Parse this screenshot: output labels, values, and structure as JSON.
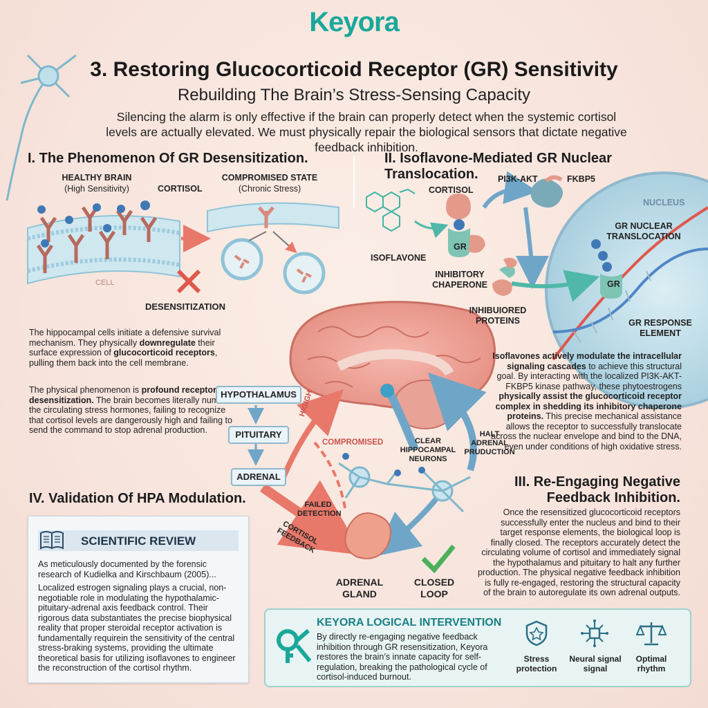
{
  "brand": "Keyora",
  "title": "3. Restoring Glucocorticoid Receptor (GR) Sensitivity",
  "subtitle": "Rebuilding The Brain’s Stress-Sensing Capacity",
  "intro": "Silencing the alarm is only effective if the brain can properly detect when the systemic cortisol levels are actually elevated. We must physically repair the biological sensors that dictate negative feedback inhibition.",
  "section1": {
    "heading": "I. The Phenomenon Of GR Desensitization.",
    "healthy_title": "HEALTHY BRAIN",
    "healthy_sub": "(High Sensitivity)",
    "cortisol": "CORTISOL",
    "compromised_title": "COMPROMISED STATE",
    "compromised_sub": "(Chronic Stress)",
    "cell": "CELL",
    "desensitization": "DESENSITIZATION",
    "para1_a": "The hippocampal cells initiate a defensive survival mechanism. They physically ",
    "para1_b": "downregulate",
    "para1_c": " their surface expression of ",
    "para1_d": "glucocorticoid receptors",
    "para1_e": ", pulling them back into the cell membrane.",
    "para2_a": "The physical phenomenon is ",
    "para2_b": "profound receptor desensitization.",
    "para2_c": " The brain becomes literally numb to the circulating stress hormones, failing to recognize that cortisol levels are dangerously high and failing to send the command to stop adrenal production."
  },
  "section2": {
    "heading": "II. Isoflavone-Mediated GR Nuclear Translocation.",
    "cortisol": "CORTISOL",
    "pathway": "PI3K-AKT",
    "fkbp5": "FKBP5",
    "nucleus": "NUCLEUS",
    "gr_nuclear": "GR NUCLEAR\nTRANSLOCATION",
    "isoflavone": "ISOFLAVONE",
    "gr": "GR",
    "inhibitory": "INHIBITORY\nCHAPERONE",
    "inhibited": "INHIBUIORED\nPROTEINS",
    "gr_response": "GR RESPONSE\nELEMENT",
    "para_a": "Isoflavones actively modulate the intracellular signaling cascades",
    "para_b": " to achieve this structural goal. By interacting with the localized PI3K-AKT-FKBP5 kinase pathway, these phytoestrogens ",
    "para_c": "physically assist the glucocorticoid receptor complex in shedding its inhibitory chaperone proteins.",
    "para_d": " This precise mechanical assistance allows the receptor to successfully translocate across the nuclear envelope and bind to the DNA, even under conditions of high oxidative stress."
  },
  "hpa": {
    "hypothalamus": "HYPOTHALAMUS",
    "pituitary": "PITUITARY",
    "adrenal": "ADRENAL",
    "high": "HIGIGH",
    "compromised": "COMPROMISED",
    "clear": "CLEAR\nHIPPOCAMPAL\nNEURONS",
    "halt": "HALT\nADRENAL\nPRUDUCTION",
    "failed": "FAILED\nDETECTION",
    "feedback": "CORTISOL\nFEEDBACK",
    "gland": "ADRENAL\nGLAND",
    "closed": "CLOSED\nLOOP"
  },
  "section3": {
    "heading": "III. Re-Engaging Negative\nFeedback Inhibition.",
    "para": "Once the resensitized glucocorticoid receptors successfully enter the nucleus and bind to their target response elements, the biological loop is finally closed. The receptors accurately detect the circulating volume of cortisol and immediately signal the hypothalamus and pituitary to halt any further production. The physical negative feedback inhibition is fully re-engaged, restoring the structural capacity of the brain to autoregulate its own adrenal outputs."
  },
  "section4": {
    "heading": "IV. Validation Of HPA Modulation.",
    "review_title": "SCIENTIFIC REVIEW",
    "review_p1": "As meticulously documented by the forensic research of Kudielka and Kirschbaum (2005)...",
    "review_p2": "Localized estrogen signaling plays a crucial, non-negotiable role in modulating the hypothalamic-pituitary-adrenal axis feedback control. Their rigorous data substantiates the precise biophysical reality that proper steroidal receptor activation is fundamentally requirein the sensitivity of the central stress-braking systems, providing the ultimate theoretical basis for utilizing isoflavones to engineer the reconstruction of the cortisol rhythm."
  },
  "intervention": {
    "title": "KEYORA LOGICAL INTERVENTION",
    "body": "By directly re-engaging negative feedback inhibition through GR resensitization, Keyora restores the brain’s innate capacity for self-regulation, breaking the pathological cycle of cortisol-induced burnout.",
    "icons": [
      {
        "label": "Stress\nprotection",
        "icon": "shield-star-icon"
      },
      {
        "label": "Neural signal\nsignal",
        "icon": "neural-chip-icon"
      },
      {
        "label": "Optimal\nrhythm",
        "icon": "balance-scale-icon"
      }
    ]
  },
  "colors": {
    "brand": "#1aa89a",
    "arrow_red": "#e8786a",
    "arrow_blue": "#6fa6c8",
    "receptor": "#d98a7c",
    "membrane": "#8fc3d8"
  }
}
